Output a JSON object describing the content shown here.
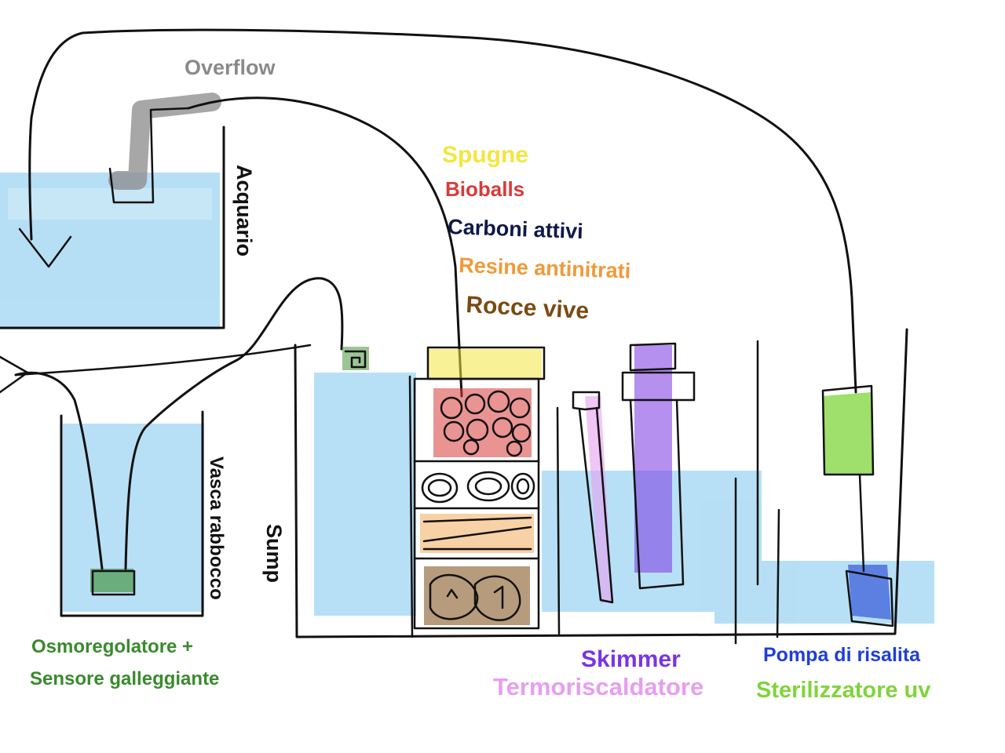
{
  "labels": {
    "overflow": "Overflow",
    "acquario": "Acquario",
    "sump": "Sump",
    "vasca_rabbocco": "Vasca rabbocco",
    "osmoregolatore": "Osmoregolatore +",
    "sensore": "Sensore galleggiante",
    "skimmer": "Skimmer",
    "termoriscaldatore": "Termoriscaldatore",
    "pompa": "Pompa di risalita",
    "sterilizzatore": "Sterilizzatore uv",
    "media": [
      {
        "text": "Spugne",
        "color": "#f2e640"
      },
      {
        "text": "Bioballs",
        "color": "#d93a3a"
      },
      {
        "text": "Carboni attivi",
        "color": "#101848"
      },
      {
        "text": "Resine antinitrati",
        "color": "#ef9a3a"
      },
      {
        "text": "Rocce vive",
        "color": "#7a4a12"
      }
    ]
  },
  "colors": {
    "water": "#7cc6ee",
    "overflow": "#8a8a8a",
    "osmo": "#3a8a2e",
    "skimmer": "#7a35e0",
    "heater": "#e79ef0",
    "pump": "#1f3fd6",
    "uv": "#7fd43a"
  }
}
